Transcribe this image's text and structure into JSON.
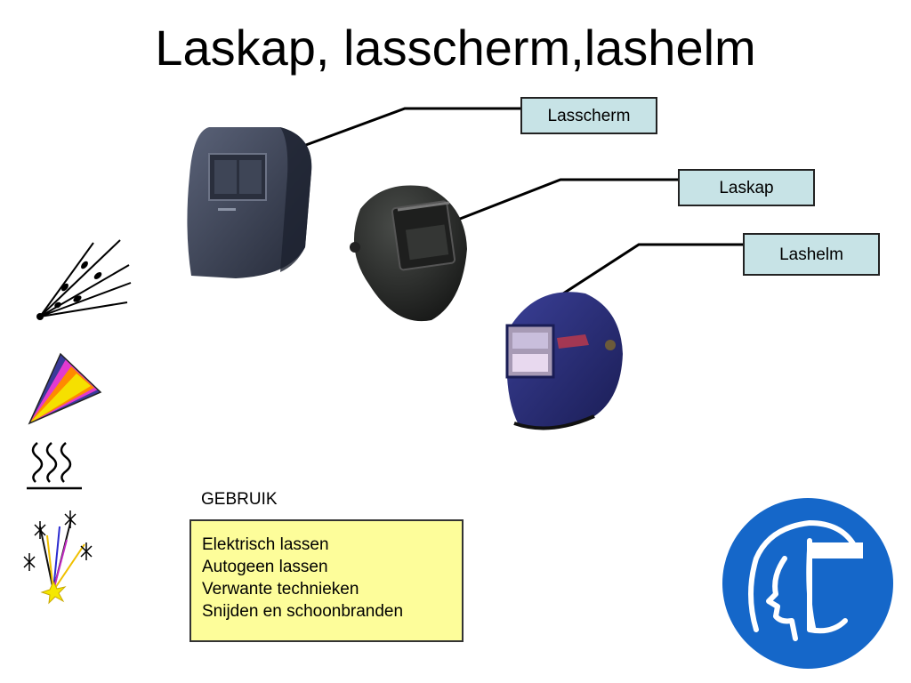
{
  "slide": {
    "title": "Laskap, lasscherm,lashelm"
  },
  "labels": {
    "lasscherm": "Lasscherm",
    "laskap": "Laskap",
    "lashelm": "Lashelm"
  },
  "usage": {
    "heading": "GEBRUIK",
    "items": [
      "Elektrisch lassen",
      "Autogeen lassen",
      "Verwante technieken",
      "Snijden en schoonbranden"
    ]
  },
  "icons": {
    "spark-icon": "sparks",
    "uv-light-icon": "radiation fan",
    "heat-icon": "heat waves",
    "star-spark-icon": "star sparks",
    "face-shield-sign-icon": "mandatory face shield"
  },
  "colors": {
    "label_bg": "#c7e3e6",
    "usage_bg": "#fdfd9a",
    "sign_blue": "#1567c9",
    "helmet_navy": "#262a6e"
  }
}
